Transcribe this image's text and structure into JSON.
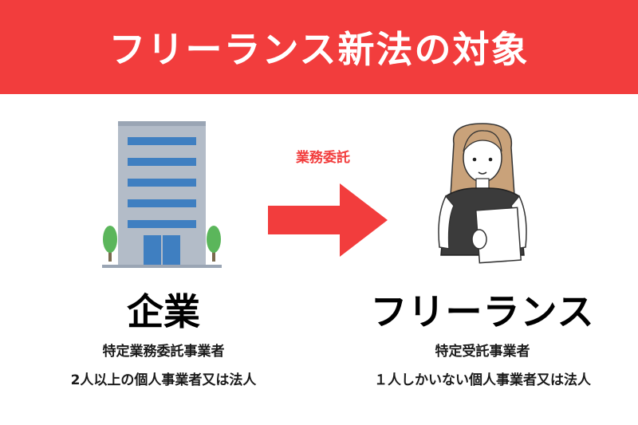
{
  "title": "フリーランス新法の対象",
  "colors": {
    "accent_red": "#f23d3d",
    "building_gray": "#b3bcc8",
    "building_window": "#3f7fc1",
    "tree_green": "#5bb65b",
    "person_shirt": "#3b3b3b",
    "person_hair": "#c9a27a"
  },
  "relation": {
    "label": "業務委託",
    "arrow_icon": "right-arrow-icon"
  },
  "company": {
    "icon": "office-building-icon",
    "label": "企業",
    "desc_line1": "特定業務委託事業者",
    "desc_line2": "2人以上の個人事業者又は法人"
  },
  "freelancer": {
    "icon": "woman-with-document-icon",
    "label": "フリーランス",
    "desc_line1": "特定受託事業者",
    "desc_line2": "１人しかいない個人事業者又は法人"
  }
}
